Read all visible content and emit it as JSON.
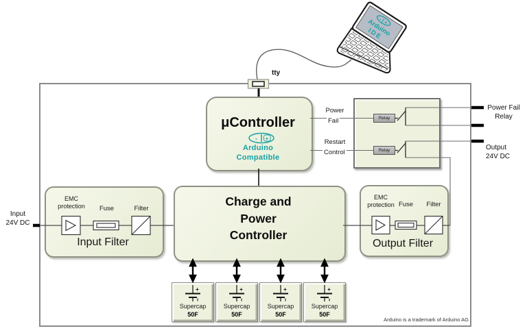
{
  "colors": {
    "teal": "#17a2a5",
    "block_fill": "#edf1de",
    "block_border": "#8e9284",
    "line_gray": "#5a5a5a"
  },
  "laptop": {
    "logo": "- | +",
    "line1": "Arduino",
    "line2": "IDE"
  },
  "tty": {
    "label": "tty"
  },
  "ucontroller": {
    "title": "μController",
    "logo_minus": "-",
    "logo_plus": "+",
    "brand1": "Arduino",
    "brand2": "Compatible"
  },
  "signal_power_fail": {
    "line1": "Power",
    "line2": "Fail"
  },
  "signal_restart": {
    "line1": "Restart",
    "line2": "Control"
  },
  "relay_unit": {
    "relay1": "Relay",
    "relay2": "Relay"
  },
  "terminal_power_fail_relay": {
    "line1": "Power Fail",
    "line2": "Relay"
  },
  "terminal_output": {
    "line1": "Output",
    "line2": "24V DC"
  },
  "terminal_input": {
    "line1": "Input",
    "line2": "24V DC"
  },
  "charge_block": {
    "line1": "Charge and",
    "line2": "Power",
    "line3": "Controller"
  },
  "input_filter": {
    "emc1": "EMC",
    "emc2": "protection",
    "fuse": "Fuse",
    "filter": "Filter",
    "title": "Input Filter"
  },
  "output_filter": {
    "emc1": "EMC",
    "emc2": "protection",
    "fuse": "Fuse",
    "filter": "Filter",
    "title": "Output Filter"
  },
  "supercaps": [
    {
      "plus": "+",
      "name": "Supercap",
      "value": "50F"
    },
    {
      "plus": "+",
      "name": "Supercap",
      "value": "50F"
    },
    {
      "plus": "+",
      "name": "Supercap",
      "value": "50F"
    },
    {
      "plus": "+",
      "name": "Supercap",
      "value": "50F"
    }
  ],
  "footnote": "Arduino is a trademark of Arduino AG"
}
